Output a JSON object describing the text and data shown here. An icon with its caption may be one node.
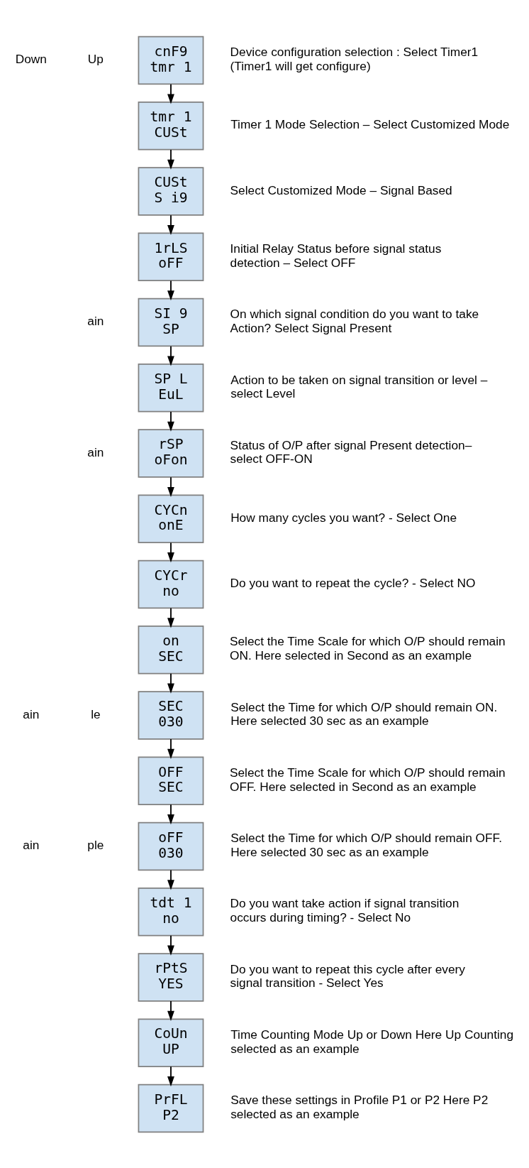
{
  "diagram": {
    "nodes": [
      {
        "text": [
          "cnF9",
          "tmr 1"
        ],
        "beside": [
          "Device configuration selection : Select Timer1 (Timer1 will get configure)"
        ]
      },
      {
        "text": [
          "tmr 1",
          "CUSt"
        ],
        "beside": [
          "Timer 1 Mode Selection – Select Customized Mode"
        ]
      },
      {
        "text": [
          "CUSt",
          "S i9"
        ],
        "beside": [
          "Select Customized Mode – Signal Based"
        ]
      },
      {
        "text": [
          "1rLS",
          "oFF"
        ],
        "beside": [
          "Initial Relay Status before signal status detection – Select OFF"
        ]
      },
      {
        "text": [
          "SI 9",
          "SP"
        ],
        "beside": [
          "On which signal condition do you want to take Action? Select Signal Present"
        ]
      },
      {
        "text": [
          "SP L",
          "EuL"
        ],
        "beside": [
          "Action to be taken on signal transition or level – select Level"
        ]
      },
      {
        "text": [
          "rSP",
          "oFon"
        ],
        "beside": [
          "Status of O/P after signal Present detection– select OFF-ON"
        ]
      },
      {
        "text": [
          "CYCn",
          "onE"
        ],
        "beside": [
          "How many cycles you want? - Select One"
        ]
      },
      {
        "text": [
          "CYCr",
          "no"
        ],
        "beside": [
          "Do you want to repeat the cycle? - Select NO"
        ]
      },
      {
        "text": [
          "on",
          "SEC"
        ],
        "beside": [
          "Select the Time Scale for which O/P should remain ON. Here selected in Second as an example"
        ]
      },
      {
        "text": [
          "SEC",
          "030"
        ],
        "beside": [
          "Select the Time for which O/P should remain ON. Here selected 30 sec as an example"
        ]
      },
      {
        "text": [
          "OFF",
          "SEC"
        ],
        "beside": [
          "Select the Time Scale for which O/P should remain OFF. Here selected in Second as an example"
        ]
      },
      {
        "text": [
          "oFF",
          "030"
        ],
        "beside": [
          "Select the Time for which O/P should remain OFF. Here selected 30 sec as an example"
        ]
      },
      {
        "text": [
          "tdt 1",
          "no"
        ],
        "beside": [
          "Do you want take action if signal transition occurs during timing? - Select No"
        ]
      },
      {
        "text": [
          "rPtS",
          "YES"
        ],
        "beside": [
          "Do you want to repeat this cycle after every signal transition - Select Yes"
        ]
      },
      {
        "text": [
          "CoUn",
          "UP"
        ],
        "beside": [
          "Time Counting Mode Up or Down Here Up Counting selected as an example"
        ]
      },
      {
        "text": [
          "PrFL",
          "P2"
        ],
        "beside": [
          "Save these settings in Profile P1 or P2 Here P2 selected as an example"
        ]
      }
    ],
    "edges": [
      {
        "from": 0,
        "to": 1,
        "arrow": "to"
      },
      {
        "from": 1,
        "to": 2,
        "arrow": "to"
      },
      {
        "from": 2,
        "to": 3,
        "arrow": "to"
      },
      {
        "from": 3,
        "to": 4,
        "arrow": "to"
      },
      {
        "from": 4,
        "to": 5,
        "arrow": "to"
      },
      {
        "from": 5,
        "to": 6,
        "arrow": "to"
      },
      {
        "from": 6,
        "to": 7,
        "arrow": "to"
      },
      {
        "from": 7,
        "to": 8,
        "arrow": "to"
      },
      {
        "from": 8,
        "to": 9,
        "arrow": "to"
      },
      {
        "from": 9,
        "to": 10,
        "arrow": "to"
      },
      {
        "from": 10,
        "to": 11,
        "arrow": "to"
      },
      {
        "from": 11,
        "to": 12,
        "arrow": "to"
      },
      {
        "from": 12,
        "to": 13,
        "arrow": "to"
      },
      {
        "from": 13,
        "to": 14,
        "arrow": "to"
      },
      {
        "from": 14,
        "to": 15,
        "arrow": "to"
      },
      {
        "from": 15,
        "to": 16,
        "arrow": "to"
      }
    ],
    "labels": [
      "Down",
      "Up",
      "ain",
      "ain",
      "ain",
      "le",
      "ain",
      "ple"
    ]
  }
}
